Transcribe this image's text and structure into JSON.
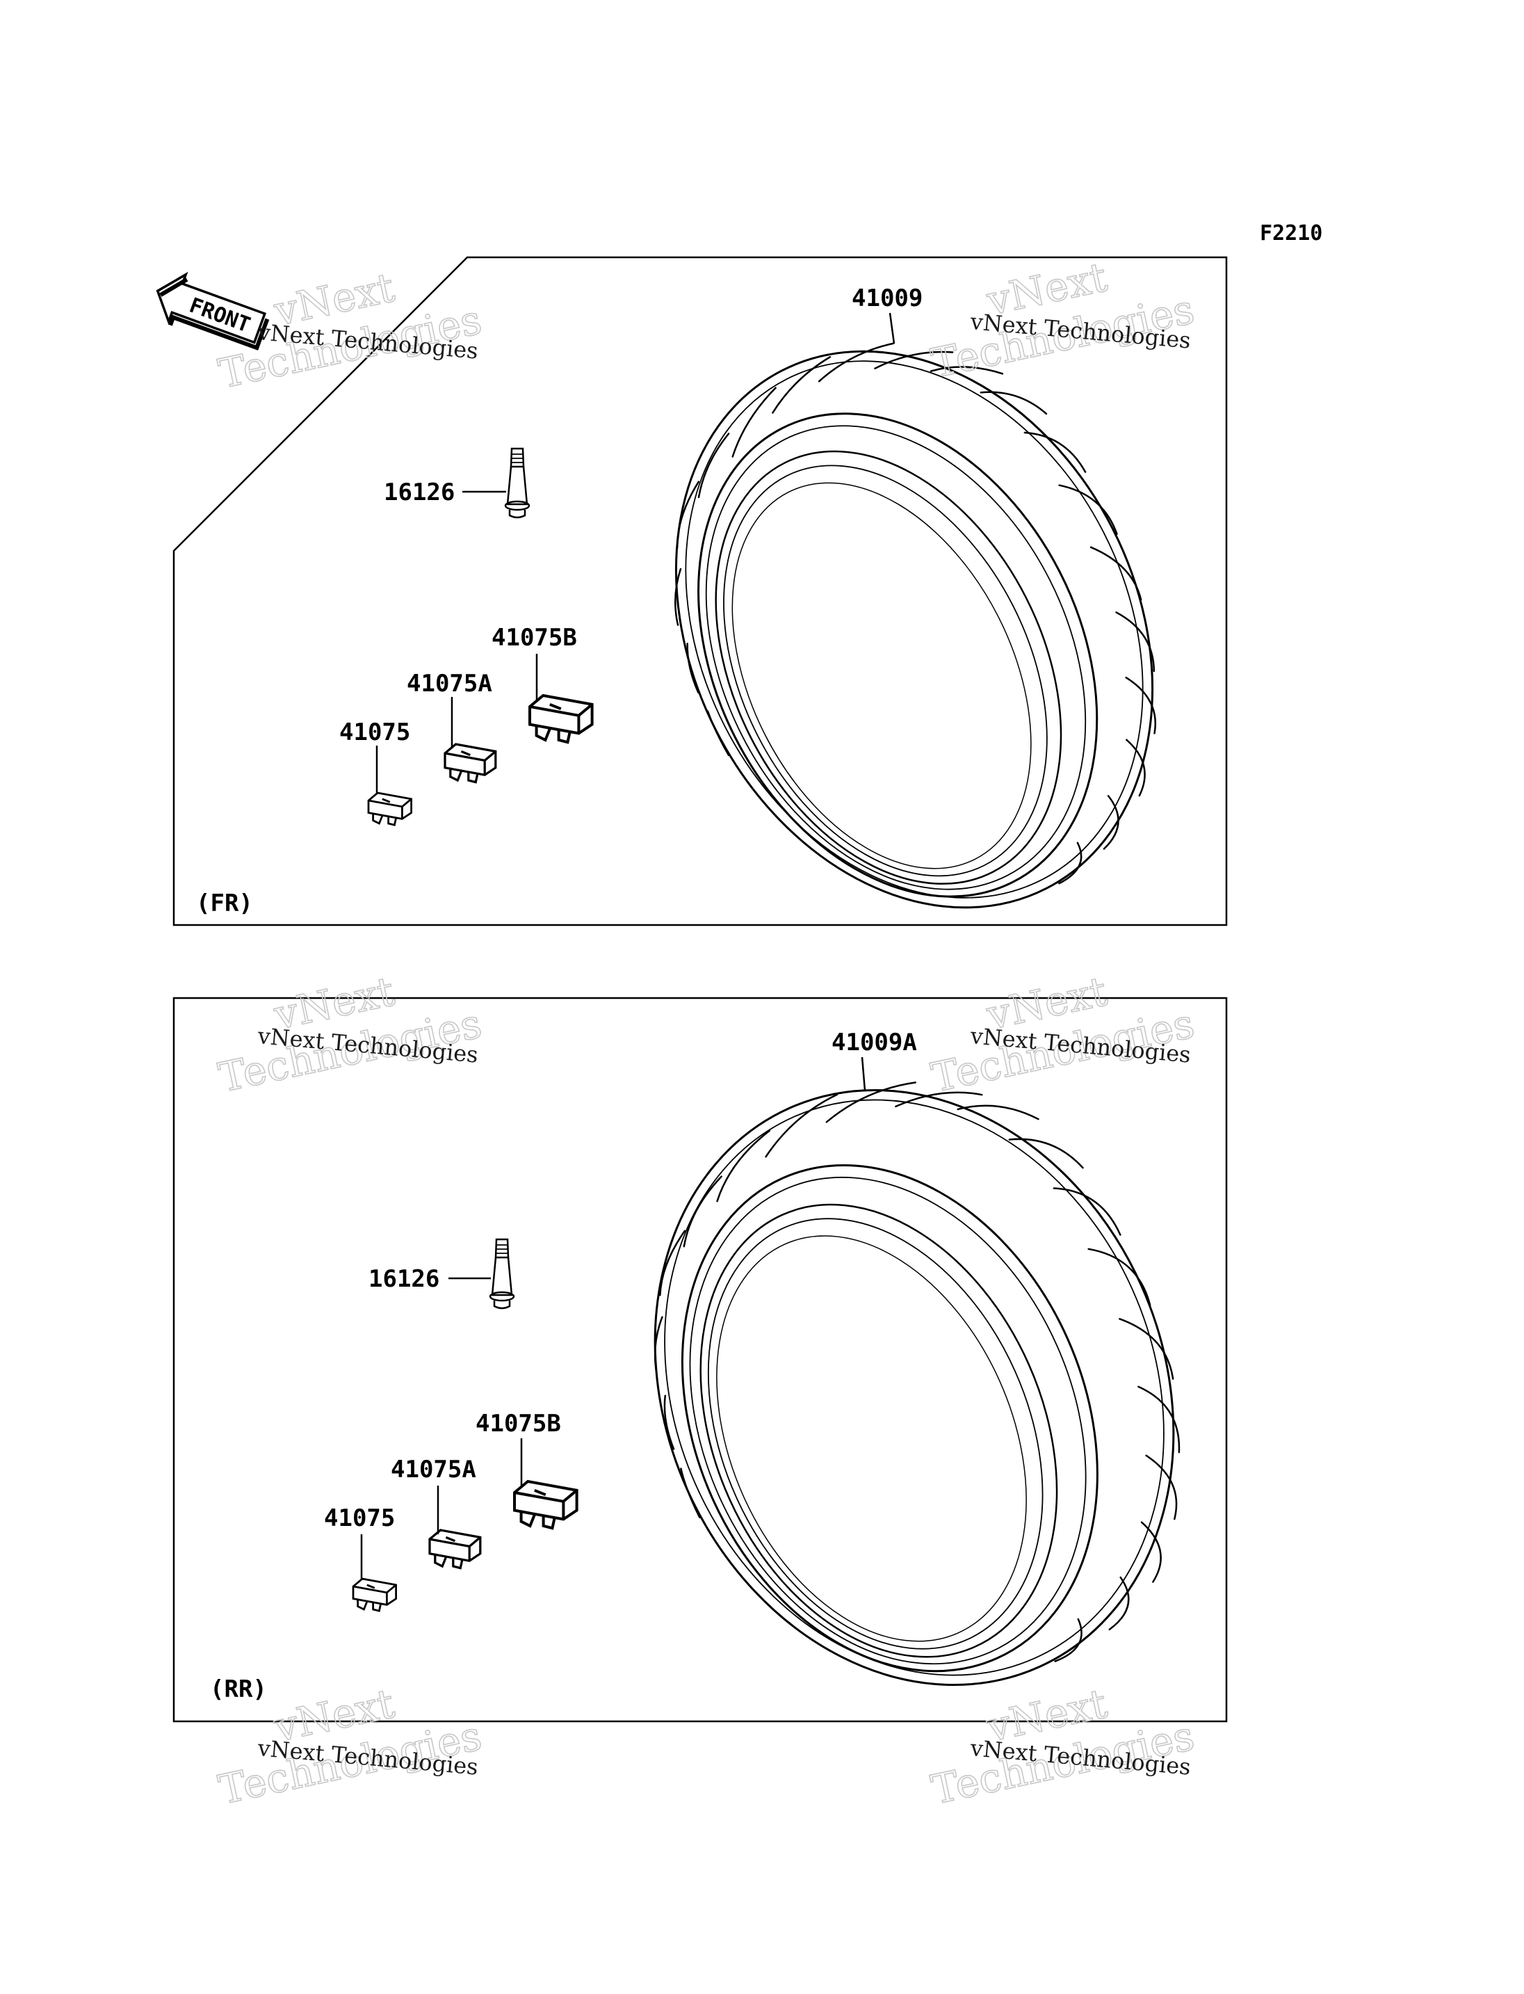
{
  "figure_code": "F2210",
  "front_arrow_label": "FRONT",
  "panels": [
    {
      "section_label": "(FR)",
      "parts": {
        "tire": "41009",
        "valve": "16126",
        "weight": "41075",
        "weight_a": "41075A",
        "weight_b": "41075B"
      }
    },
    {
      "section_label": "(RR)",
      "parts": {
        "tire": "41009A",
        "valve": "16126",
        "weight": "41075",
        "weight_a": "41075A",
        "weight_b": "41075B"
      }
    }
  ],
  "watermark": {
    "line1": "vNext Technologies",
    "line2": "vNext",
    "line3": "Technologies"
  }
}
